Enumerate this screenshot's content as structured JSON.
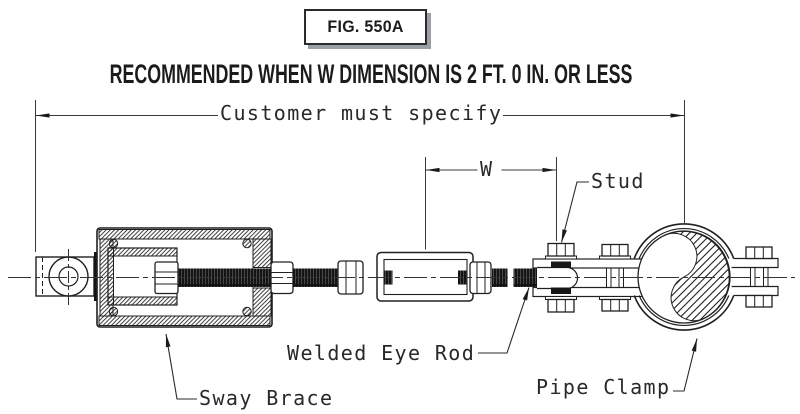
{
  "figure_box": {
    "label": "FIG. 550A"
  },
  "heading": {
    "text": "RECOMMENDED WHEN W DIMENSION IS 2 FT. 0 IN. OR LESS"
  },
  "dimension_labels": {
    "customer": "Customer must specify",
    "w": "W"
  },
  "part_labels": {
    "stud": "Stud",
    "welded_eye_rod": "Welded Eye Rod",
    "sway_brace": "Sway Brace",
    "pipe_clamp": "Pipe Clamp"
  },
  "colors": {
    "ink": "#202022",
    "dim_line": "#3a3a3a",
    "thread_dark": "#141414",
    "paper": "#ffffff",
    "box_shadow": "#9aa0a4"
  }
}
